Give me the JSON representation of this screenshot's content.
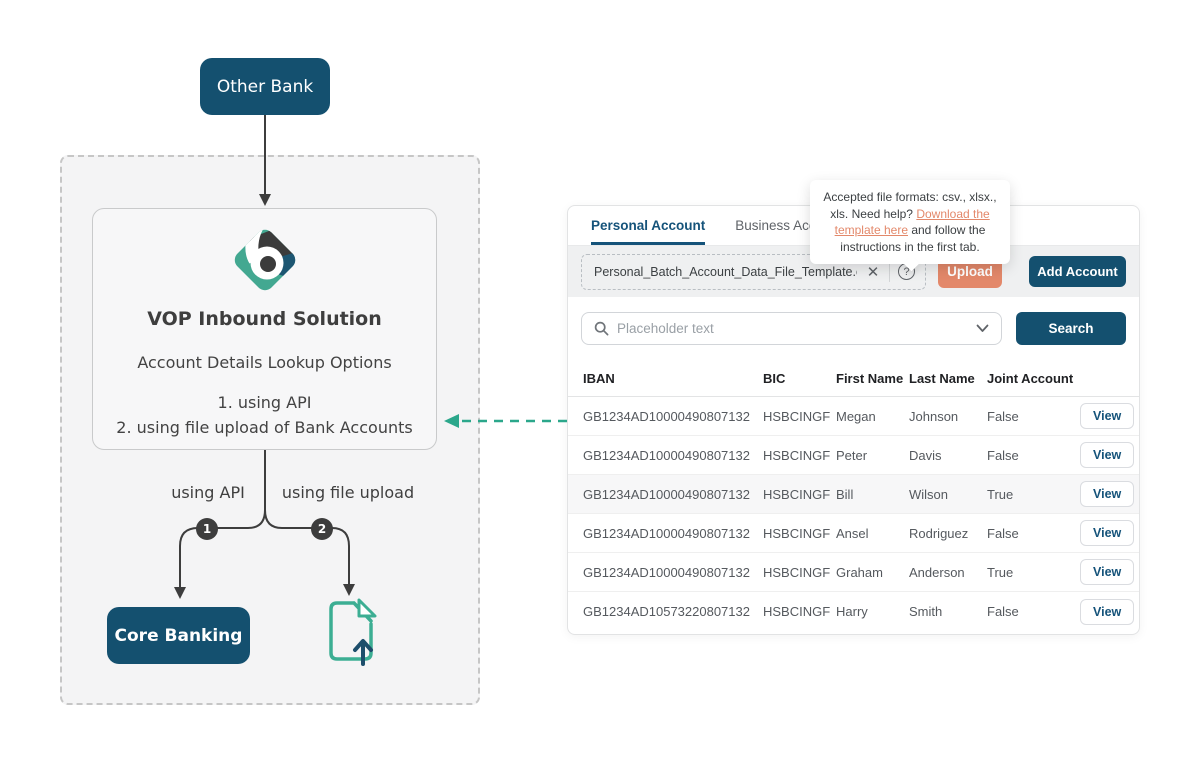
{
  "colors": {
    "dark_blue": "#14506f",
    "salmon": "#e3886a",
    "teal_green": "#3cae93",
    "teal_arrow": "#2ba78b",
    "charcoal": "#3d3d3d"
  },
  "icons": {
    "help": "?",
    "close": "✕"
  },
  "diagram": {
    "other_bank_label": "Other Bank",
    "solution_card": {
      "title": "VOP Inbound Solution",
      "subtitle": "Account Details Lookup Options",
      "option1": "1. using API",
      "option2": "2. using file upload of Bank Accounts"
    },
    "branch1": {
      "number": "1",
      "label": "using API"
    },
    "branch2": {
      "number": "2",
      "label": "using file upload"
    },
    "core_banking_label": "Core Banking"
  },
  "panel": {
    "tabs": [
      {
        "label": "Personal Account",
        "active": true
      },
      {
        "label": "Business Account",
        "active": false
      }
    ],
    "upload_row": {
      "file_name": "Personal_Batch_Account_Data_File_Template.csv",
      "upload_label": "Upload",
      "add_account_label": "Add Account"
    },
    "tooltip": {
      "text_before": "Accepted file formats: csv., xlsx., xls. Need help? ",
      "link_label": "Download the template here",
      "text_after": " and follow the instructions in the first tab."
    },
    "search": {
      "placeholder": "Placeholder text",
      "button_label": "Search"
    },
    "table": {
      "columns": [
        "IBAN",
        "BIC",
        "First Name",
        "Last Name",
        "Joint Account"
      ],
      "view_label": "View",
      "rows": [
        {
          "iban": "GB1234AD10000490807132",
          "bic": "HSBCINGF",
          "first_name": "Megan",
          "last_name": "Johnson",
          "joint_account": "False",
          "highlighted": false
        },
        {
          "iban": "GB1234AD10000490807132",
          "bic": "HSBCINGF",
          "first_name": "Peter",
          "last_name": "Davis",
          "joint_account": "False",
          "highlighted": false
        },
        {
          "iban": "GB1234AD10000490807132",
          "bic": "HSBCINGF",
          "first_name": "Bill",
          "last_name": "Wilson",
          "joint_account": "True",
          "highlighted": true
        },
        {
          "iban": "GB1234AD10000490807132",
          "bic": "HSBCINGF",
          "first_name": "Ansel",
          "last_name": "Rodriguez",
          "joint_account": "False",
          "highlighted": false
        },
        {
          "iban": "GB1234AD10000490807132",
          "bic": "HSBCINGF",
          "first_name": "Graham",
          "last_name": "Anderson",
          "joint_account": "True",
          "highlighted": false
        },
        {
          "iban": "GB1234AD10573220807132",
          "bic": "HSBCINGF",
          "first_name": "Harry",
          "last_name": "Smith",
          "joint_account": "False",
          "highlighted": false
        }
      ]
    }
  }
}
